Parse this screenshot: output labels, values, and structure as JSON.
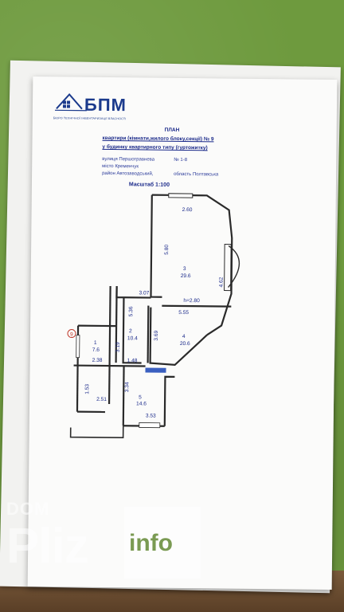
{
  "document": {
    "company": {
      "logo_text": "БПМ",
      "subtitle": "БЮРО ТЕХНІЧНОЇ ІНВЕНТАРИЗАЦІЇ ВЛАСНОСТІ"
    },
    "title": "ПЛАН",
    "line1": "квартири (кімнати,жилого блоку,секції) № 9",
    "line2": "у будинку квартирного типу (гуртожитку)",
    "address": {
      "street": "вулиця Першотравнева",
      "house": "№ 1-8",
      "city": "місто Кременчук",
      "district": "район Автозаводський,",
      "region": "область  Полтавська"
    },
    "scale": "Масштаб 1:100"
  },
  "plan": {
    "rooms": [
      {
        "num": "1",
        "area": "7.6"
      },
      {
        "num": "2",
        "area": "10.4"
      },
      {
        "num": "3",
        "area": "29.6"
      },
      {
        "num": "4",
        "area": "20.6"
      },
      {
        "num": "5",
        "area": "14.6"
      }
    ],
    "dims": {
      "d260": "2.60",
      "d580": "5.80",
      "d462": "4.62",
      "d307": "3.07",
      "h280": "h=2.80",
      "d555": "5.55",
      "d536": "5.36",
      "d369": "3.69",
      "d319": "3.19",
      "d238": "2.38",
      "d148": "1.48",
      "d153": "1.53",
      "d334": "3.34",
      "d251": "2.51",
      "d353": "3.53",
      "marker": "9"
    }
  },
  "watermark": {
    "top": "DOM",
    "main": "Pliz",
    "box": "info"
  }
}
